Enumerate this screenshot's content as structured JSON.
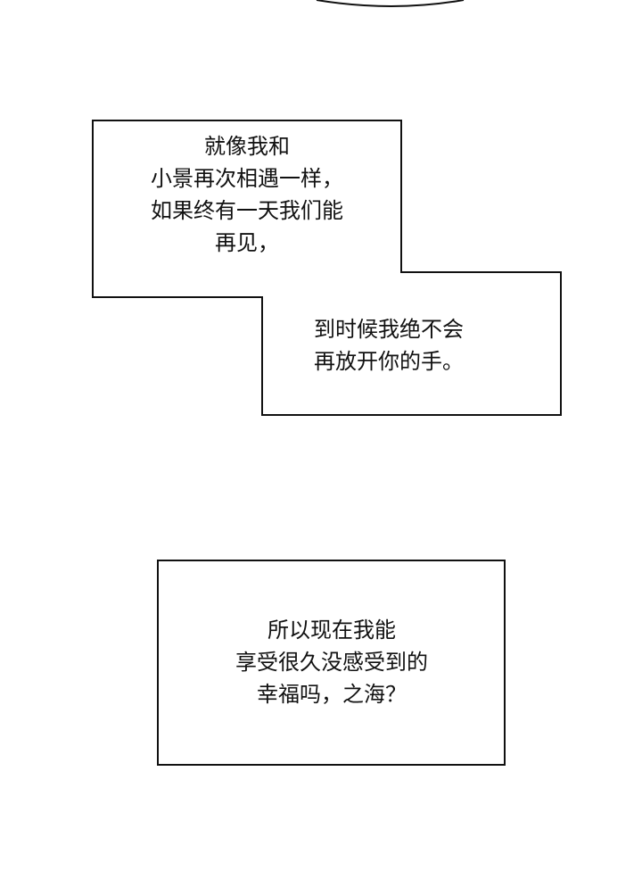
{
  "panel1": {
    "lines": [
      "就像我和",
      "小景再次相遇一样，",
      "如果终有一天我们能",
      "再见，"
    ]
  },
  "panel2": {
    "lines": [
      "到时候我绝不会",
      "再放开你的手。"
    ]
  },
  "panel3": {
    "lines": [
      "所以现在我能",
      "享受很久没感受到的",
      "幸福吗，之海？"
    ]
  }
}
